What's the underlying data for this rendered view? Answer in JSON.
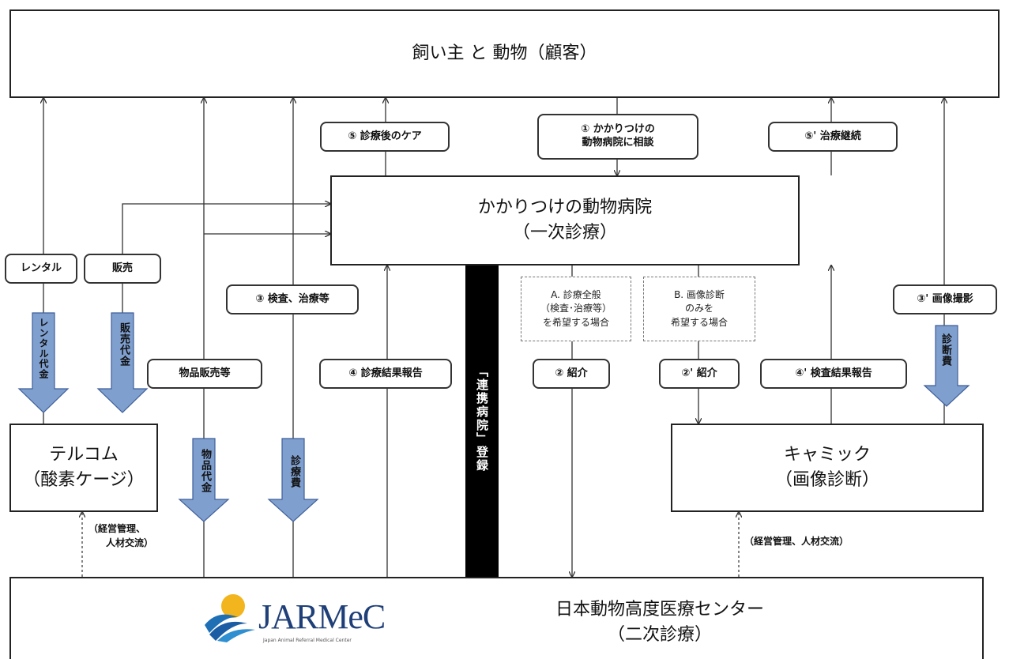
{
  "nodes": {
    "owner": "飼い主 と 動物（顧客）",
    "primary": {
      "line1": "かかりつけの動物病院",
      "line2": "（一次診療）"
    },
    "telcom": {
      "line1": "テルコム",
      "line2": "（酸素ケージ）"
    },
    "camic": {
      "line1": "キャミック",
      "line2": "（画像診断）"
    },
    "jarmec": {
      "name": "日本動物高度医療センター",
      "role": "（二次診療）",
      "logo_text": "JARMeC",
      "logo_sub": "Japan Animal Referral Medical Center"
    }
  },
  "labels": {
    "aftercare": "⑤ 診療後のケア",
    "consult_l1": "① かかりつけの",
    "consult_l2": "動物病院に相談",
    "continue": "⑤' 治療継続",
    "rental": "レンタル",
    "sales": "販売",
    "exam": "③ 検査、治療等",
    "imaging": "③' 画像撮影",
    "goods": "物品販売等",
    "report": "④ 診療結果報告",
    "referral": "② 紹介",
    "referral2": "②' 紹介",
    "exam_report": "④' 検査結果報告"
  },
  "options": {
    "a": [
      "A. 診療全般",
      "（検査･治療等）",
      "を希望する場合"
    ],
    "b": [
      "B. 画像診断",
      "のみを",
      "希望する場合"
    ]
  },
  "fees": {
    "rental_fee": "レンタル代金",
    "sales_fee": "販売代金",
    "goods_fee": "物品代金",
    "medical_fee": "診療費",
    "diagnosis_fee": "診断費"
  },
  "registration": "「連携病院」登録",
  "notes": {
    "left": [
      "（経営管理、",
      "人材交流）"
    ],
    "right": "（経営管理、人材交流）"
  },
  "colors": {
    "arrow_fill": "#7f9fcf",
    "arrow_stroke": "#3f5f9a",
    "band": "#000000"
  }
}
